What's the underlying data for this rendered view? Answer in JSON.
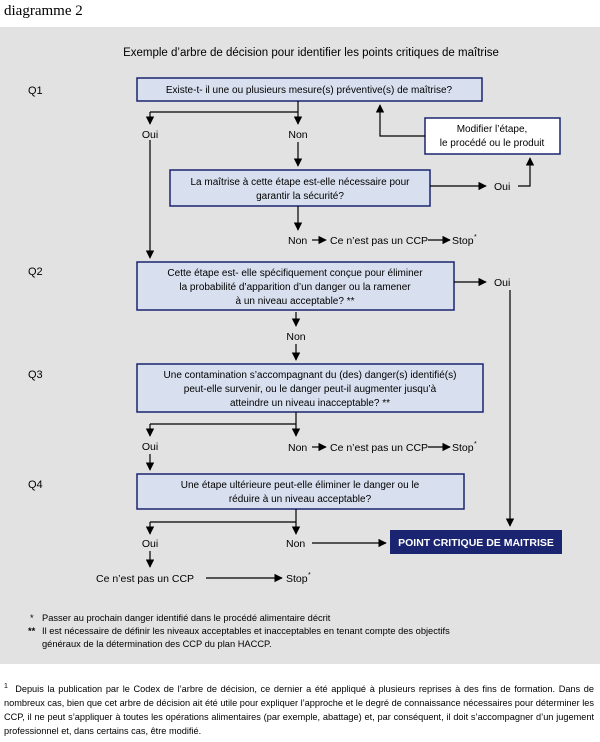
{
  "page_label": "diagramme 2",
  "title": "Exemple d’arbre de décision pour identifier les points critiques de maîtrise",
  "questions": {
    "q1": {
      "label": "Q1",
      "lines": [
        "Existe-t- il une ou plusieurs mesure(s) préventive(s) de maîtrise?"
      ]
    },
    "q1b": {
      "lines": [
        "La maîtrise à cette étape est-elle nécessaire pour",
        "garantir la sécurité?"
      ]
    },
    "q2": {
      "label": "Q2",
      "lines": [
        "Cette étape est- elle spécifiquement conçue pour éliminer",
        "la probabilité d’apparition d’un danger ou la ramener",
        "à un niveau acceptable? **"
      ]
    },
    "q3": {
      "label": "Q3",
      "lines": [
        "Une contamination s’accompagnant du (des) danger(s) identifié(s)",
        "peut-elle survenir, ou le danger peut-il augmenter jusqu’à",
        "atteindre un niveau inacceptable? **"
      ]
    },
    "q4": {
      "label": "Q4",
      "lines": [
        "Une étape ultérieure peut-elle éliminer le danger ou le",
        "réduire à un niveau acceptable?"
      ]
    }
  },
  "modify_box": {
    "lines": [
      "Modifier l’étape,",
      "le procédé ou le produit"
    ]
  },
  "ccp_box": "POINT CRITIQUE DE MAITRISE",
  "words": {
    "oui": "Oui",
    "non": "Non",
    "not_ccp": "Ce n’est pas un CCP",
    "stop": "Stop",
    "star": "*"
  },
  "notes": {
    "n1_mark": "*",
    "n1": "Passer au prochain danger identifié dans le procédé alimentaire décrit",
    "n2_mark": "**",
    "n2": [
      "Il est nécessaire de définir les niveaux acceptables et inacceptables en tenant compte des objectifs",
      "généraux de la détermination des CCP du plan HACCP."
    ]
  },
  "footnote": {
    "mark": "1",
    "text": "Depuis la publication par le Codex de l’arbre de décision, ce dernier a été appliqué à plusieurs reprises à des fins de formation. Dans de nombreux cas, bien que cet arbre de décision ait été utile pour expliquer l’approche et le degré de connaissance nécessaires pour déterminer les CCP, il ne peut s’appliquer à toutes les opérations alimentaires (par exemple, abattage) et, par conséquent, il doit s’accompagner d’un jugement professionnel et, dans certains cas, être modifié."
  },
  "colors": {
    "panel": "#e2e2e2",
    "box": "#d8dfee",
    "box_border": "#1b2470",
    "ccp": "#1b2470"
  }
}
